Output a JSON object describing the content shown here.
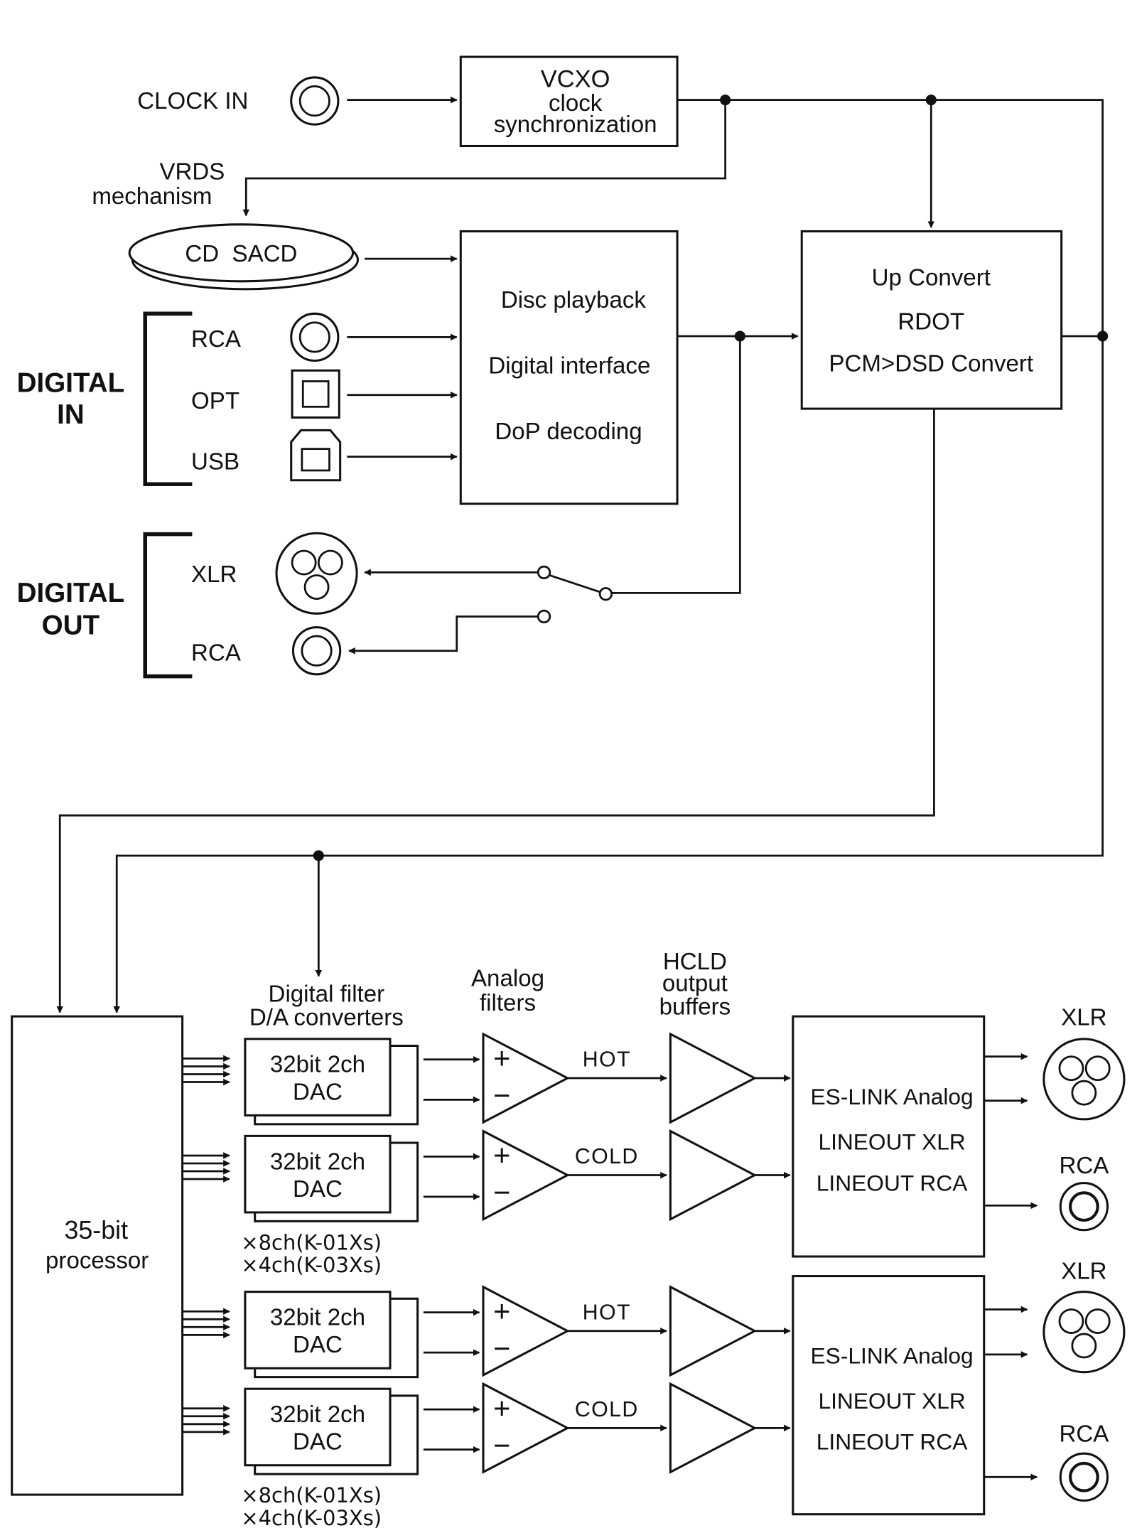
{
  "colors": {
    "ink": "#111111",
    "background": "#ffffff"
  },
  "clock_in": "CLOCK IN",
  "vcxo": {
    "l1": "VCXO",
    "l2": "clock",
    "l3": "synchronization"
  },
  "vrds": {
    "l1": "VRDS",
    "l2": "mechanism"
  },
  "disc": "CD  SACD",
  "playback": {
    "l1": "Disc playback",
    "l2": "Digital interface",
    "l3": "DoP decoding"
  },
  "upconvert": {
    "l1": "Up Convert",
    "l2": "RDOT",
    "l3": "PCM>DSD Convert"
  },
  "digital_in": {
    "l1": "DIGITAL",
    "l2": "IN",
    "rca": "RCA",
    "opt": "OPT",
    "usb": "USB"
  },
  "digital_out": {
    "l1": "DIGITAL",
    "l2": "OUT",
    "xlr": "XLR",
    "rca": "RCA"
  },
  "processor": {
    "l1": "35-bit",
    "l2": "processor"
  },
  "headers": {
    "dac": {
      "l1": "Digital filter",
      "l2": "D/A converters"
    },
    "analog": {
      "l1": "Analog",
      "l2": "filters"
    },
    "hcld": {
      "l1": "HCLD",
      "l2": "output",
      "l3": "buffers"
    }
  },
  "dac": {
    "l1": "32bit 2ch",
    "l2": "DAC"
  },
  "multiplier": {
    "l1": "×8ch(K-01Xs)",
    "l2": "×4ch(K-03Xs)"
  },
  "signal": {
    "hot": "HOT",
    "cold": "COLD",
    "plus": "+",
    "minus": "−"
  },
  "eslink": {
    "l1": "ES-LINK Analog",
    "l2": "LINEOUT XLR",
    "l3": "LINEOUT RCA"
  },
  "outputs": {
    "xlr": "XLR",
    "rca": "RCA"
  }
}
